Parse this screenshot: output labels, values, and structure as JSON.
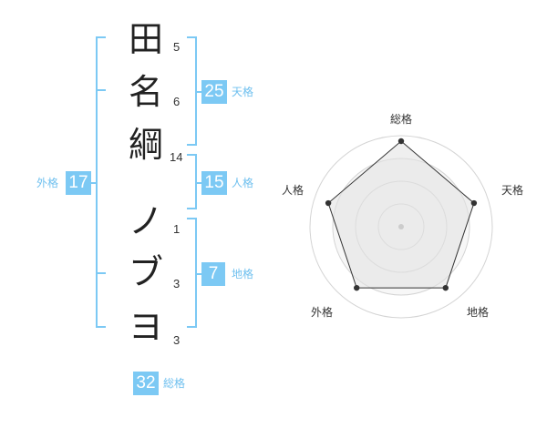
{
  "name": {
    "chars": [
      {
        "char": "田",
        "strokes": "5"
      },
      {
        "char": "名",
        "strokes": "6"
      },
      {
        "char": "綱",
        "strokes": "14"
      },
      {
        "char": "ノ",
        "strokes": "1"
      },
      {
        "char": "ブ",
        "strokes": "3"
      },
      {
        "char": "ヨ",
        "strokes": "3"
      }
    ]
  },
  "scores": {
    "tenkaku": {
      "label": "天格",
      "value": "25"
    },
    "jinkaku": {
      "label": "人格",
      "value": "15"
    },
    "chikaku": {
      "label": "地格",
      "value": "7"
    },
    "gaikaku": {
      "label": "外格",
      "value": "17"
    },
    "soukaku": {
      "label": "総格",
      "value": "32"
    }
  },
  "chart_data": {
    "type": "radar",
    "axes": [
      "総格",
      "天格",
      "地格",
      "外格",
      "人格"
    ],
    "values": [
      0.94,
      0.84,
      0.83,
      0.83,
      0.84
    ],
    "rings": 4,
    "colors": {
      "accent": "#7cc9f4",
      "line": "#333333",
      "fill": "#eeeeee",
      "grid": "#d4d4d4"
    }
  }
}
